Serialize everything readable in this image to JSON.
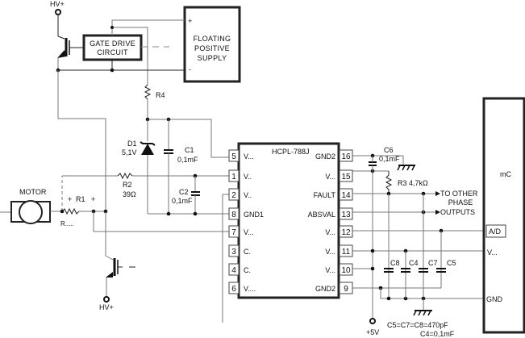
{
  "diagram": {
    "title": "HCPL-788J isolated current sensing circuit",
    "ic": {
      "part_number": "HCPL-788J",
      "left_pins": [
        {
          "num": "5",
          "label": "V..."
        },
        {
          "num": "1",
          "label": "V.."
        },
        {
          "num": "2",
          "label": "V.."
        },
        {
          "num": "8",
          "label": "GND1"
        },
        {
          "num": "7",
          "label": "V..."
        },
        {
          "num": "3",
          "label": "C."
        },
        {
          "num": "4",
          "label": "C."
        },
        {
          "num": "6",
          "label": "V...."
        }
      ],
      "right_pins": [
        {
          "num": "16",
          "label": "GND2"
        },
        {
          "num": "15",
          "label": "V..."
        },
        {
          "num": "14",
          "label": "FAULT"
        },
        {
          "num": "13",
          "label": "ABSVAL"
        },
        {
          "num": "12",
          "label": "V..."
        },
        {
          "num": "11",
          "label": "V..."
        },
        {
          "num": "10",
          "label": "V..."
        },
        {
          "num": "9",
          "label": "GND2"
        }
      ]
    },
    "blocks": {
      "gate_drive_line1": "GATE DRIVE",
      "gate_drive_line2": "CIRCUIT",
      "supply_line1": "FLOATING",
      "supply_line2": "POSITIVE",
      "supply_line3": "SUPPLY",
      "supply_plus": "+",
      "supply_minus": "-",
      "mcu_label": "mC",
      "mcu_ad": "A/D",
      "mcu_vref": "V...",
      "mcu_gnd": "GND"
    },
    "components": {
      "hv_top": "HV+",
      "hv_bottom": "HV+",
      "motor": "MOTOR",
      "r1": "R1",
      "r1_plus_left": "+",
      "r1_plus_right": "+",
      "r_sense": "R.....",
      "r2_name": "R2",
      "r2_value": "39Ω",
      "r4": "R4",
      "d1_name": "D1",
      "d1_value": "5,1V",
      "c1_name": "C1",
      "c1_value": "0,1mF",
      "c2_name": "C2",
      "c2_value": "0,1mF",
      "c6_name": "C6",
      "c6_value": "0,1mF",
      "r3_label": "R3  4,7kΩ",
      "c8": "C8",
      "c4": "C4",
      "c7": "C7",
      "c5": "C5",
      "plus5v": "+5V",
      "to_other_1": "TO OTHER",
      "to_other_2": "PHASE",
      "to_other_3": "OUTPUTS",
      "note1": "C5=C7=C8=470pF",
      "note2": "C4=0,1mF",
      "igbt_dash": "–"
    }
  }
}
